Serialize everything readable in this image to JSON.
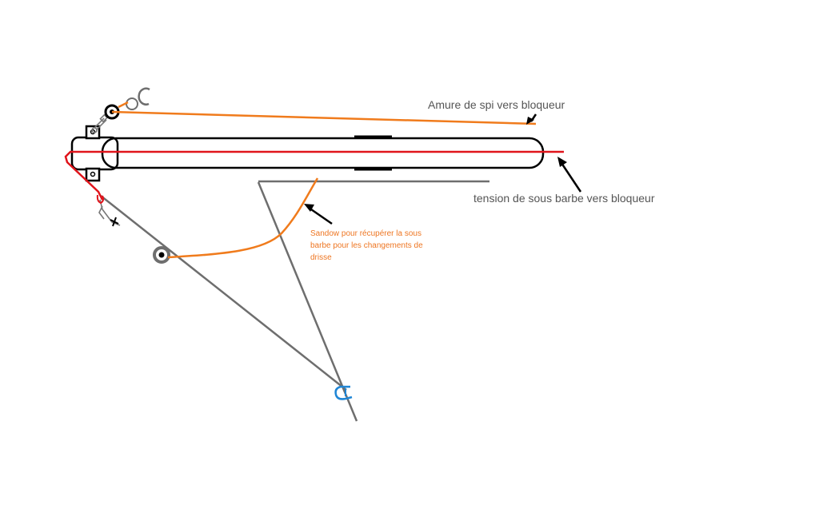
{
  "colors": {
    "spar": "#000000",
    "line_gray": "#6e6e6e",
    "red_line": "#e0141b",
    "orange_line": "#f07b1c",
    "blue_clip": "#1f86d6",
    "label_gray": "#555555",
    "label_orange": "#ee7622"
  },
  "labels": {
    "amure": "Amure de spi vers bloqueur",
    "tension": "tension de sous barbe vers bloqueur",
    "sandow": "Sandow pour récupérer la sous barbe pour les changements de drisse"
  }
}
